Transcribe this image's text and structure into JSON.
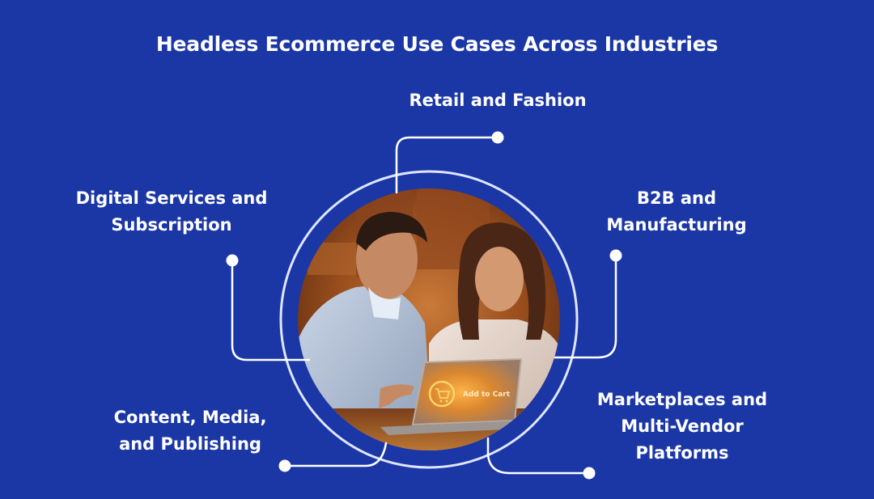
{
  "title": "Headless Ecommerce Use Cases Across Industries",
  "theme": {
    "background": "#1b37a5",
    "line_color": "#ffffff",
    "ring_color": "#dfe6ff",
    "glow_color": "#ffb347"
  },
  "central_image": {
    "description": "Smiling couple looking at a laptop screen showing an Add to Cart button",
    "screen_icon": "shopping-cart-icon",
    "screen_text": "Add to Cart"
  },
  "use_cases": [
    {
      "id": "retail",
      "lines": [
        "Retail and Fashion"
      ]
    },
    {
      "id": "digital",
      "lines": [
        "Digital Services and",
        "Subscription"
      ]
    },
    {
      "id": "b2b",
      "lines": [
        "B2B and",
        "Manufacturing"
      ]
    },
    {
      "id": "content",
      "lines": [
        "Content, Media,",
        "and Publishing"
      ]
    },
    {
      "id": "marketplaces",
      "lines": [
        "Marketplaces and",
        "Multi-Vendor",
        "Platforms"
      ]
    }
  ]
}
